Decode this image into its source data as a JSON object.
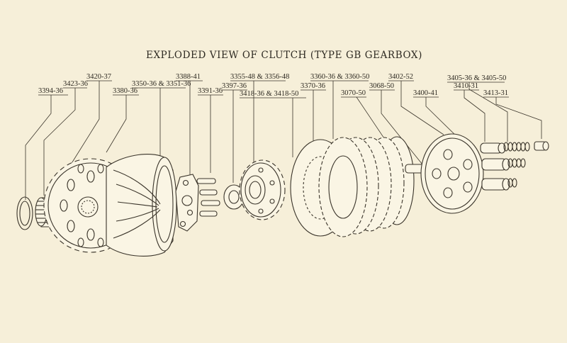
{
  "diagram": {
    "title": "EXPLODED VIEW OF CLUTCH (TYPE GB GEARBOX)",
    "part_labels": [
      {
        "id": "p3394",
        "text": "3394-36"
      },
      {
        "id": "p3423",
        "text": "3423-36"
      },
      {
        "id": "p3420",
        "text": "3420-37"
      },
      {
        "id": "p3380",
        "text": "3380-36"
      },
      {
        "id": "p3350",
        "text": "3350-36 & 3351-36"
      },
      {
        "id": "p3388",
        "text": "3388-41"
      },
      {
        "id": "p3391",
        "text": "3391-36"
      },
      {
        "id": "p3355",
        "text": "3355-48 & 3356-48"
      },
      {
        "id": "p3397",
        "text": "3397-36"
      },
      {
        "id": "p3418",
        "text": "3418-36 & 3418-50"
      },
      {
        "id": "p3360",
        "text": "3360-36 & 3360-50"
      },
      {
        "id": "p3370",
        "text": "3370-36"
      },
      {
        "id": "p3070",
        "text": "3070-50"
      },
      {
        "id": "p3068",
        "text": "3068-50"
      },
      {
        "id": "p3402",
        "text": "3402-52"
      },
      {
        "id": "p3400",
        "text": "3400-41"
      },
      {
        "id": "p3405",
        "text": "3405-36 & 3405-50"
      },
      {
        "id": "p3410",
        "text": "3410-31"
      },
      {
        "id": "p3413",
        "text": "3413-31"
      }
    ]
  },
  "colors": {
    "paper": "#f6efd9",
    "ink": "#3a342a"
  }
}
